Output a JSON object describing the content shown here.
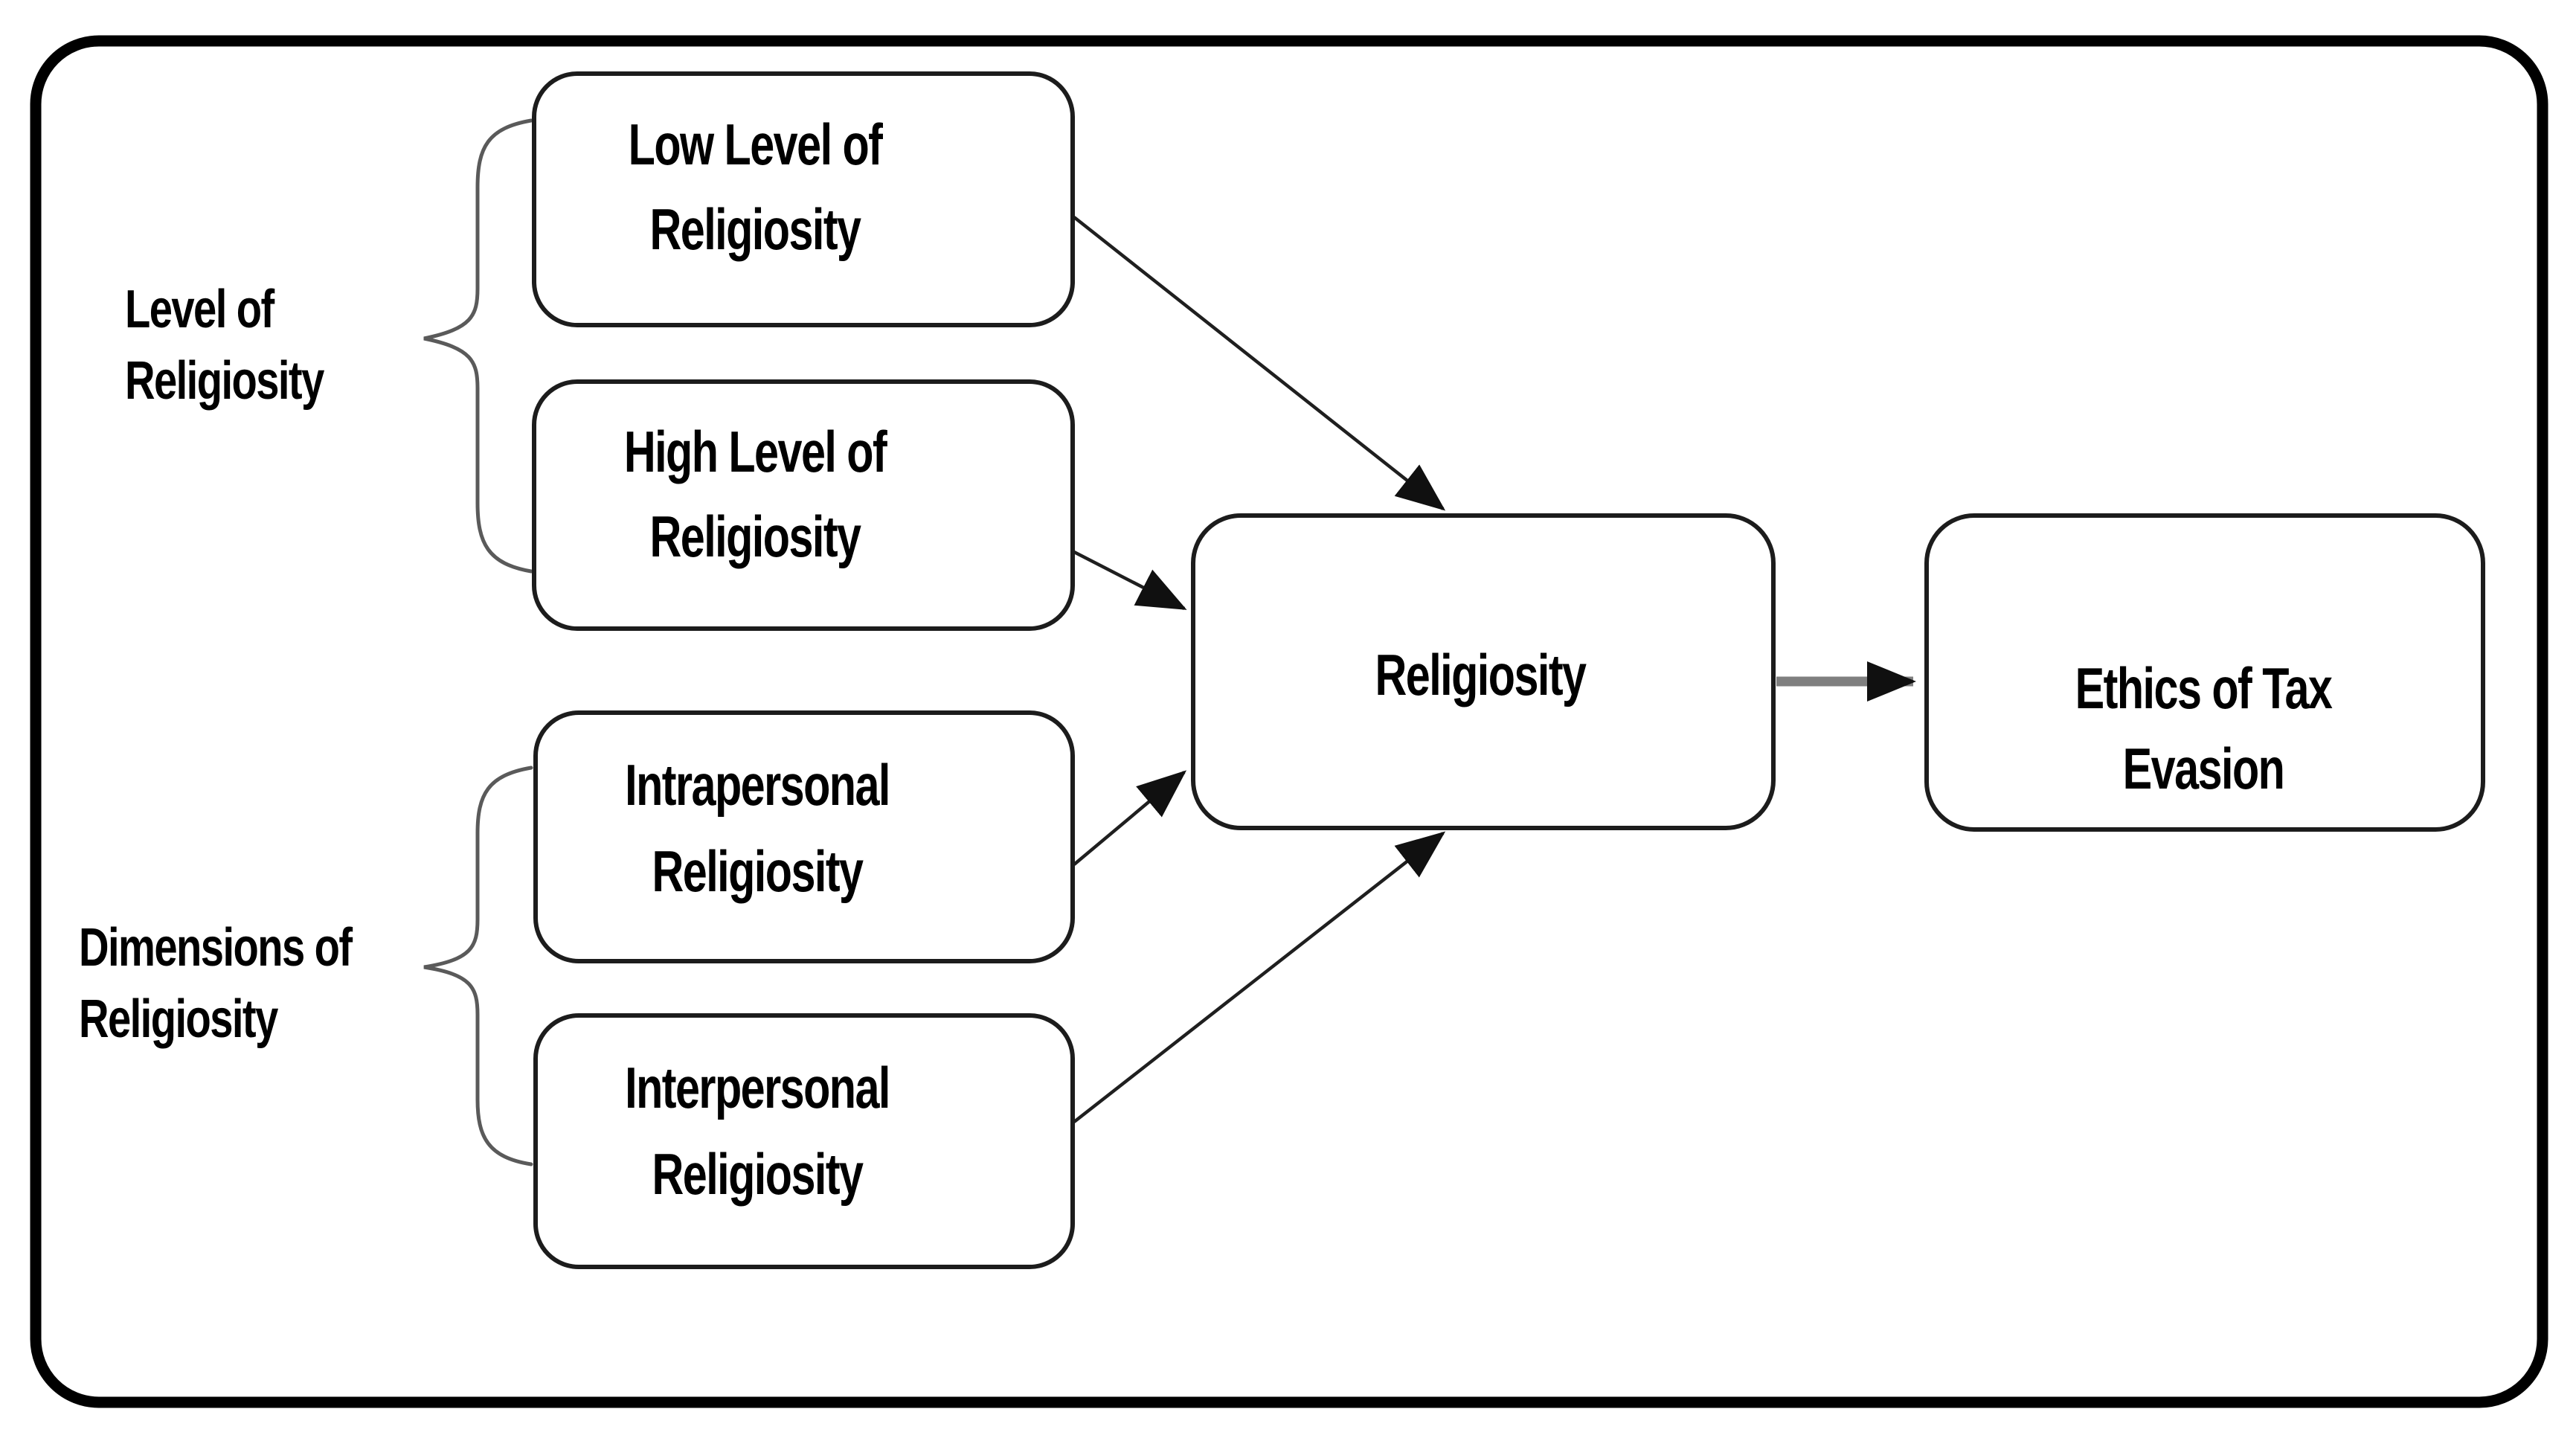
{
  "diagram": {
    "background": "#ffffff",
    "colors": {
      "outer_border": "#000000",
      "box_stroke": "#1c1c1c",
      "box_fill": "#ffffff",
      "text": "#000000",
      "arrow": "#1f1f1f",
      "arrow_shaft_gray": "#7f7f7f",
      "brace": "#5a5a5a"
    },
    "group_labels": {
      "level": {
        "line1": "Level of",
        "line2": "Religiosity"
      },
      "dimensions": {
        "line1": "Dimensions of",
        "line2": "Religiosity"
      }
    },
    "nodes": {
      "low_level": {
        "line1": "Low Level of",
        "line2": "Religiosity"
      },
      "high_level": {
        "line1": "High Level of",
        "line2": "Religiosity"
      },
      "intrapersonal": {
        "line1": "Intrapersonal",
        "line2": "Religiosity"
      },
      "interpersonal": {
        "line1": "Interpersonal",
        "line2": "Religiosity"
      },
      "religiosity": {
        "line1": "Religiosity"
      },
      "ethics_of_tax_evasion": {
        "line1": "Ethics of Tax",
        "line2": "Evasion"
      }
    },
    "groups": [
      {
        "label": "Level of Religiosity",
        "members": [
          "Low Level of Religiosity",
          "High Level of Religiosity"
        ]
      },
      {
        "label": "Dimensions of Religiosity",
        "members": [
          "Intrapersonal Religiosity",
          "Interpersonal Religiosity"
        ]
      }
    ],
    "edges": [
      {
        "from": "Low Level of Religiosity",
        "to": "Religiosity"
      },
      {
        "from": "High Level of Religiosity",
        "to": "Religiosity"
      },
      {
        "from": "Intrapersonal Religiosity",
        "to": "Religiosity"
      },
      {
        "from": "Interpersonal Religiosity",
        "to": "Religiosity"
      },
      {
        "from": "Religiosity",
        "to": "Ethics of Tax Evasion"
      }
    ]
  }
}
